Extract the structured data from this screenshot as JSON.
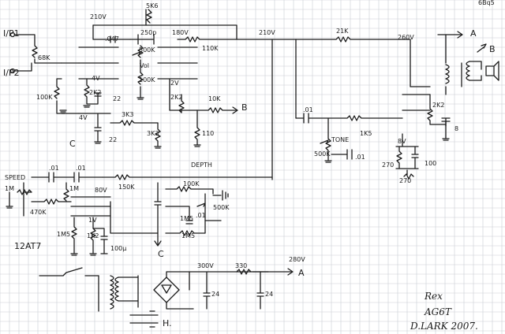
{
  "top_right": "6Bq5",
  "inputs": {
    "in1": "I/P1",
    "in2": "I/P2",
    "r_in": "68K",
    "r_k1": "100K",
    "v_k1": "4V",
    "c_k1": "22",
    "c": "C",
    "v_c": "4V"
  },
  "stage1": {
    "r_fb": "5K6",
    "c1": ".047",
    "c2": "250p",
    "v_plate": "210V",
    "pot": "500K",
    "vol": "Vol",
    "r100": "100K",
    "r2k2": "2K2",
    "v_b": "4V",
    "c_b": "22",
    "r3k3a": "3K3",
    "r3k3b": "3K3"
  },
  "stage2": {
    "v_plate": "180V",
    "r_load": "110K",
    "v_k": "2V",
    "r2k2": "2K2",
    "r10k": "10K",
    "r110": "110",
    "b": "B"
  },
  "power_rail": {
    "v": "210V",
    "r21k": "21K",
    "v260": "260V",
    "a": "A"
  },
  "output": {
    "a": "A",
    "b": "B",
    "r2k2": "2K2",
    "c8": "8",
    "c01": ".01",
    "r1k5": "1K5",
    "tone": "TONE",
    "pot500": "500K",
    "c_tone": ".01",
    "v_k": "8V",
    "r270a": "270",
    "r270b": "270",
    "c100": "100"
  },
  "trem": {
    "speed": "SPEED",
    "r1m_a": "1M",
    "c01a": ".01",
    "c01b": ".01",
    "r1m_b": "1M",
    "v80": "80V",
    "r150": "150K",
    "r470": "470K",
    "depth": "DEPTH",
    "r100k": "100K",
    "pot500": "500K",
    "r1m5a": "1M5",
    "r1m5b": "1M5",
    "c01c": ".01",
    "v1": "1V",
    "r1k2": "1K2",
    "c100u": "100µ",
    "c": "C",
    "tube": "12AT7"
  },
  "psu": {
    "v300": "300V",
    "r330": "330",
    "v280": "280V",
    "a": "A",
    "c24a": "24",
    "c24b": "24",
    "h": "H."
  },
  "signature": {
    "l1": "Rex",
    "l2": "AG6T",
    "l3": "D.LARK  2007."
  }
}
